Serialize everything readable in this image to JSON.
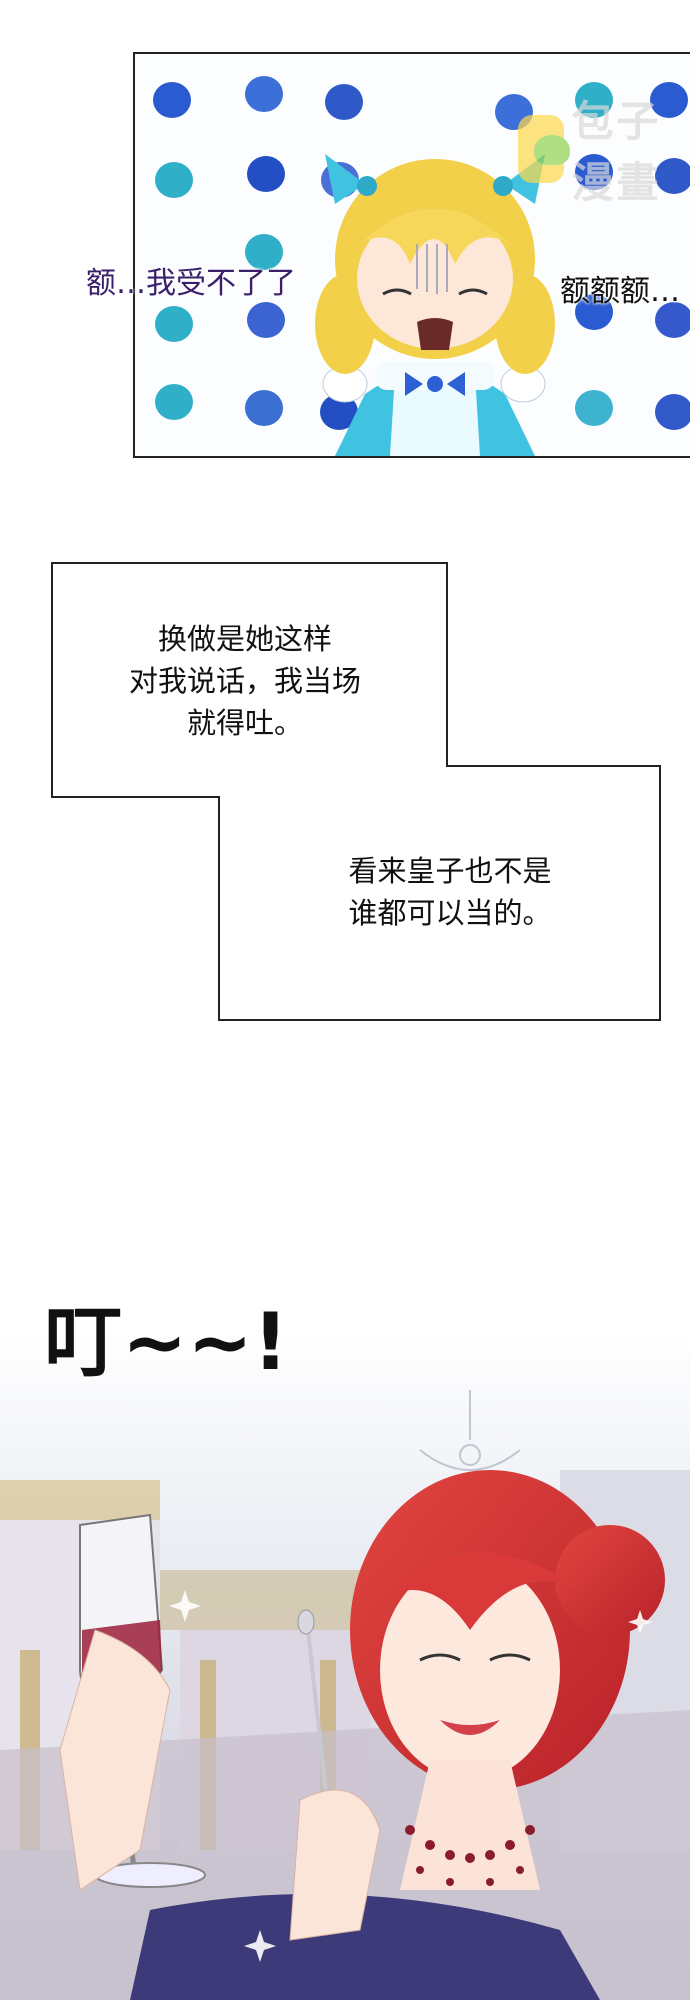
{
  "panel1": {
    "watermark": "包子漫畫",
    "sfx_left": "额…我受不了了",
    "sfx_right": "额额额…"
  },
  "narration": {
    "box1_lines": [
      "换做是她这样",
      "对我说话，我当场",
      "就得吐。"
    ],
    "box2_lines": [
      "看来皇子也不是",
      "谁都可以当的。"
    ]
  },
  "panel3": {
    "sfx": "叮~~!"
  }
}
